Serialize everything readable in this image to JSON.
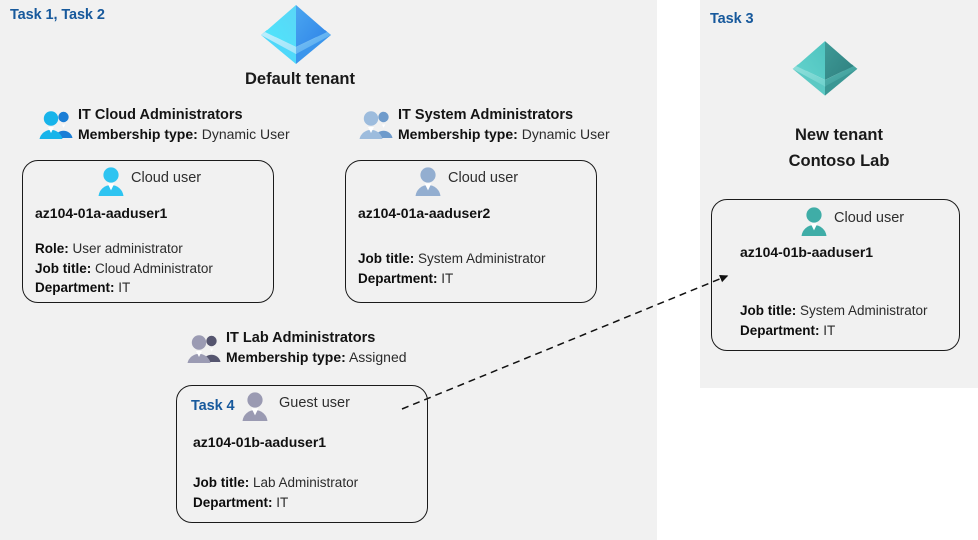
{
  "panels": {
    "left": {
      "task_label": "Task 1, Task 2"
    },
    "right": {
      "task_label": "Task 3"
    }
  },
  "tenants": [
    {
      "id": "default-tenant",
      "icon": "azure-ad-tenant-icon",
      "name": "Default tenant",
      "accent": "#32b7ef"
    },
    {
      "id": "new-tenant",
      "icon": "azure-ad-tenant-icon",
      "name_line1": "New  tenant",
      "name_line2": "Contoso Lab",
      "accent": "#45b5b0"
    }
  ],
  "groups": [
    {
      "id": "it-cloud-administrators",
      "icon": "group-users-icon",
      "title": "IT Cloud Administrators",
      "meta_label": "Membership type:",
      "meta_value": "Dynamic User",
      "accent": "#0f9fe0"
    },
    {
      "id": "it-system-administrators",
      "icon": "group-users-icon",
      "title": "IT System Administrators",
      "meta_label": "Membership type:",
      "meta_value": "Dynamic User",
      "accent": "#8ba9cf"
    },
    {
      "id": "it-lab-administrators",
      "icon": "group-users-icon",
      "title": "IT Lab Administrators",
      "meta_label": "Membership type:",
      "meta_value": "Assigned",
      "accent": "#6f6f8c"
    }
  ],
  "cards": [
    {
      "id": "az104-01a-aaduser1",
      "task": null,
      "user_icon": "cloud-user-icon",
      "user_type": "Cloud user",
      "upn": "az104-01a-aaduser1",
      "attrs": [
        {
          "label": "Role:",
          "value": "User administrator"
        },
        {
          "label": "Job title:",
          "value": "Cloud Administrator"
        },
        {
          "label": "Department:",
          "value": "IT"
        }
      ],
      "accent": "#2ec4f1"
    },
    {
      "id": "az104-01a-aaduser2",
      "task": null,
      "user_icon": "cloud-user-icon",
      "user_type": "Cloud user",
      "upn": "az104-01a-aaduser2",
      "attrs": [
        {
          "label": "Job title:",
          "value": "System Administrator"
        },
        {
          "label": "Department:",
          "value": "IT"
        }
      ],
      "accent": "#93aed0"
    },
    {
      "id": "az104-01b-aaduser1-guest",
      "task": "Task 4",
      "user_icon": "guest-user-icon",
      "user_type": "Guest user",
      "upn": "az104-01b-aaduser1",
      "attrs": [
        {
          "label": "Job title:",
          "value": "Lab Administrator"
        },
        {
          "label": "Department:",
          "value": "IT"
        }
      ],
      "accent": "#9a9ab2"
    },
    {
      "id": "az104-01b-aaduser1-cloud",
      "task": null,
      "user_icon": "cloud-user-icon",
      "user_type": "Cloud user",
      "upn": "az104-01b-aaduser1",
      "attrs": [
        {
          "label": "Job title:",
          "value": "System Administrator"
        },
        {
          "label": "Department:",
          "value": "IT"
        }
      ],
      "accent": "#3fada7"
    }
  ],
  "connector": {
    "id": "guest-invite-arrow",
    "style": "dashed-arrow",
    "color": "#111111"
  },
  "colors": {
    "panel_background": "#f1f1f1",
    "page_background": "#ffffff",
    "task_label": "#17599c",
    "card_border": "#1b1b1b",
    "text": "#1a1a1a"
  }
}
